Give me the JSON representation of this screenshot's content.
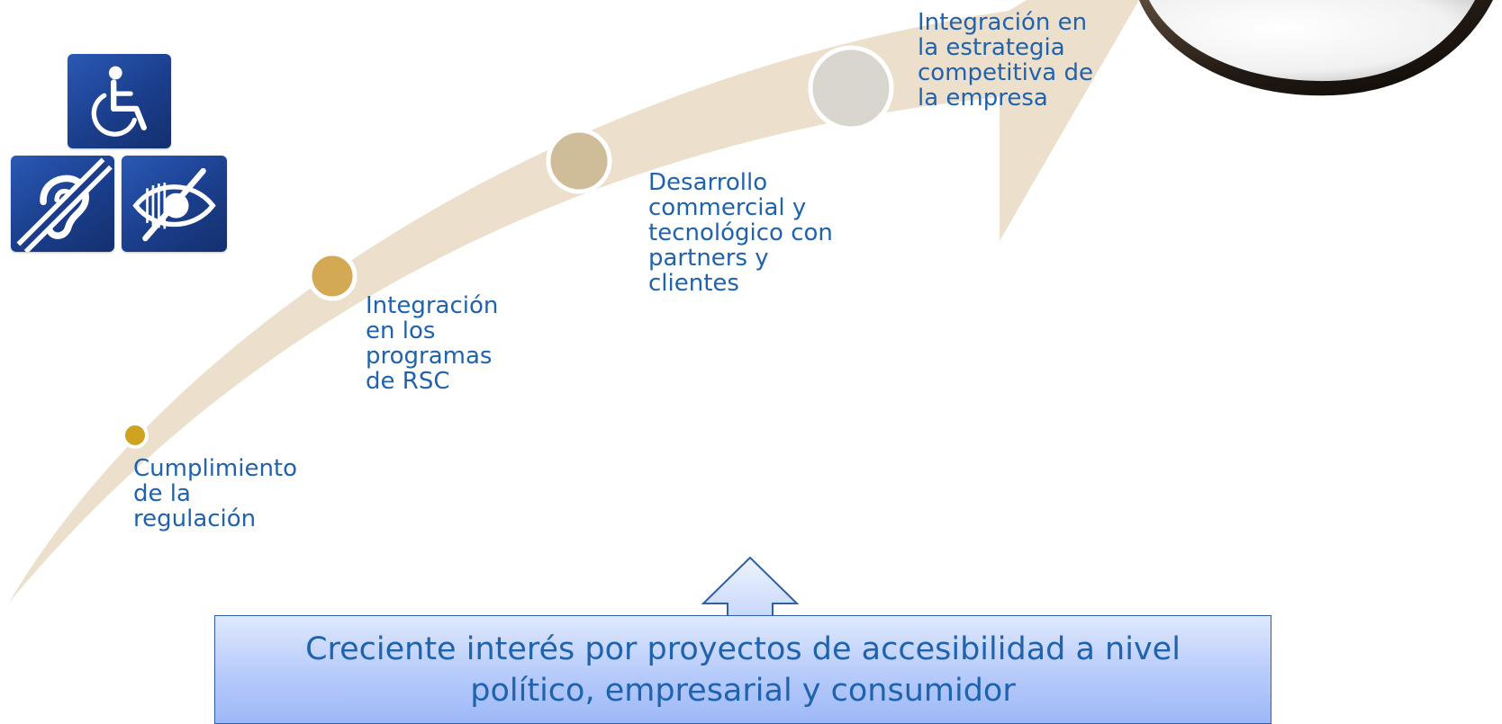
{
  "stages": [
    {
      "id": "stage-1",
      "lines": [
        "Cumplimiento",
        "de la",
        "regulación"
      ]
    },
    {
      "id": "stage-2",
      "lines": [
        "Integración",
        "en los",
        "programas",
        "de RSC"
      ]
    },
    {
      "id": "stage-3",
      "lines": [
        "Desarrollo",
        "commercial y",
        "tecnológico con",
        "partners y",
        "clientes"
      ]
    },
    {
      "id": "stage-4",
      "lines": [
        "Integración en",
        "la estrategia",
        "competitiva de",
        "la empresa"
      ]
    }
  ],
  "callout": {
    "lines": [
      "Creciente interés por proyectos de accesibilidad a nivel",
      "político, empresarial y consumidor"
    ]
  },
  "colors": {
    "arrow_band": "#ecdfcc",
    "text_blue": "#1f62ad",
    "dot_1": "#cfa21f",
    "dot_2": "#d4a953",
    "dot_3": "#cfbc98",
    "dot_4": "#d9d5cf",
    "icon_tile": "#1f4a9e"
  },
  "icons": [
    "wheelchair-icon",
    "hearing-assist-icon",
    "low-vision-icon",
    "magnifying-glass-icon"
  ]
}
